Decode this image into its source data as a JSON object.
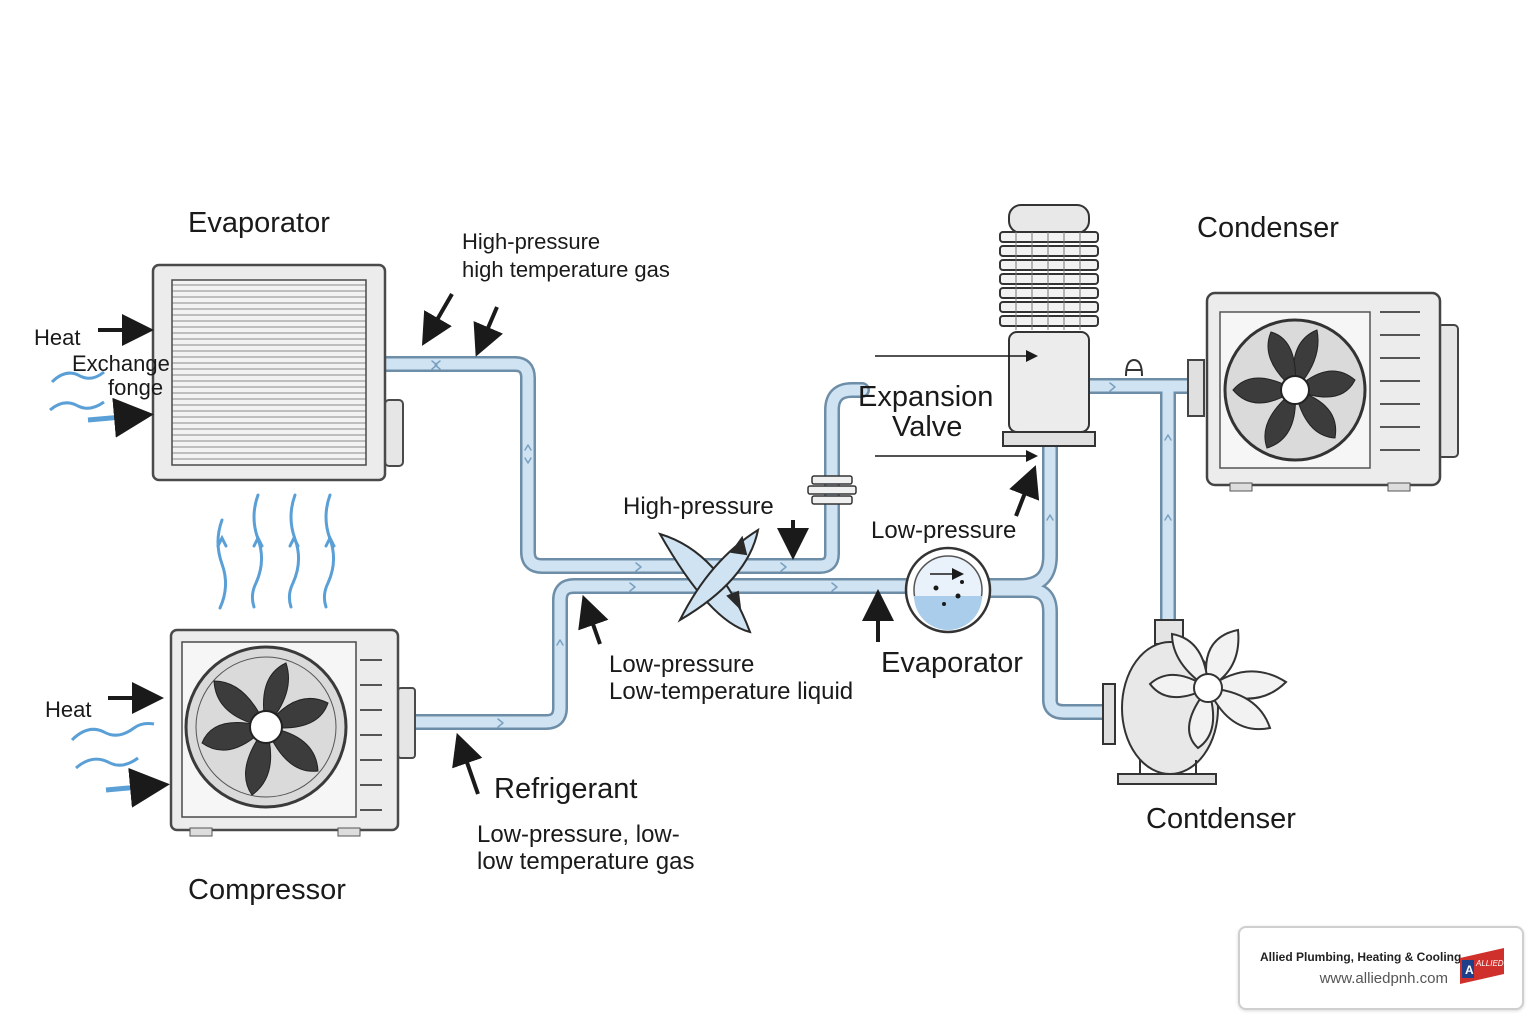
{
  "labels": {
    "evaporator_top": "Evaporator",
    "hp_gas_line1": "High-pressure",
    "hp_gas_line2": "high temperature gas",
    "heat_top": "Heat",
    "exchange": "Exchange",
    "fonge": "fonge",
    "condenser_top": "Condenser",
    "expansion_line1": "Expansion",
    "expansion_line2": "Valve",
    "high_pressure_mid": "High-pressure",
    "low_pressure_right": "Low-pressure",
    "evaporator_mid": "Evaporator",
    "lp_liquid_line1": "Low-pressure",
    "lp_liquid_line2": "Low-temperature liquid",
    "heat_bottom": "Heat",
    "refrigerant": "Refrigerant",
    "lp_gas_line1": "Low-pressure, low-",
    "lp_gas_line2": "low temperature gas",
    "compressor": "Compressor",
    "condenser_bottom": "Contdenser"
  },
  "brand": {
    "name": "Allied Plumbing, Heating & Cooling",
    "url": "www.alliedpnh.com",
    "logo_text": "ALLIED"
  },
  "colors": {
    "pipe": "#cfe3f3",
    "pipe_stroke": "#6e8ea8",
    "heat_wave": "#5a9fd6",
    "arrow": "#1a1a1a",
    "unit_fill": "#ececec",
    "unit_stroke": "#4a4a4a",
    "logo_red": "#d0302c",
    "logo_blue": "#1f3f8a"
  }
}
